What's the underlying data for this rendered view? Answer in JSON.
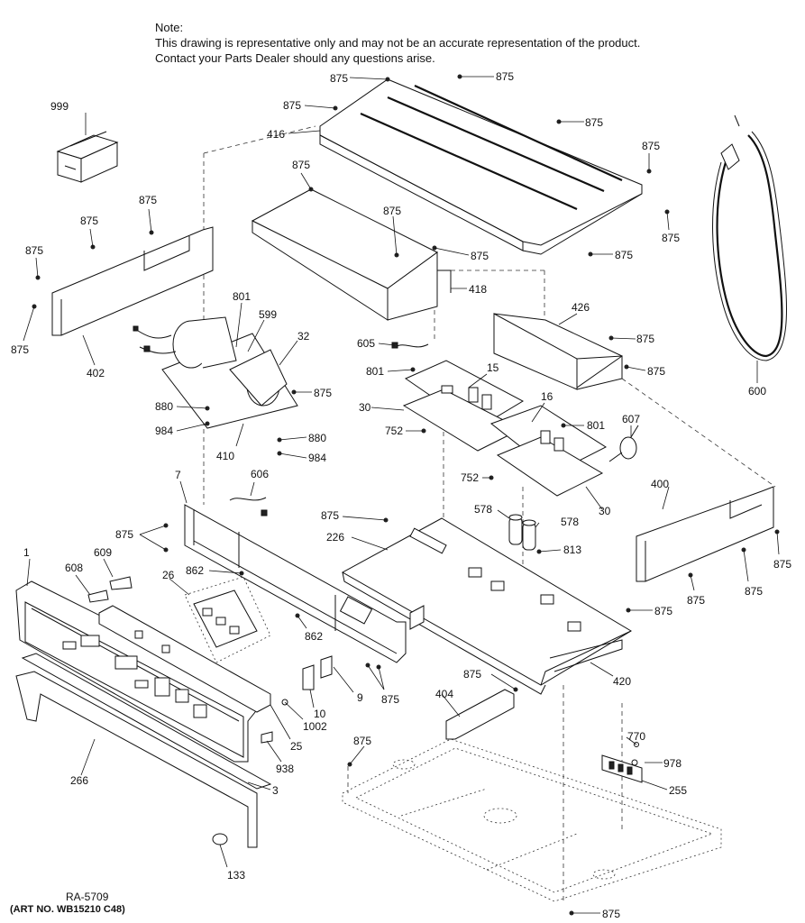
{
  "note": {
    "heading": "Note:",
    "line1": "This drawing is representative only and may not be an accurate representation of the product.",
    "line2": "Contact your Parts Dealer should any questions arise."
  },
  "footer": {
    "ref": "RA-5709",
    "art": "(ART NO. WB15210 C48)"
  },
  "callouts": {
    "c999": "999",
    "c875_a": "875",
    "c875_b": "875",
    "c875_c": "875",
    "c875_d": "875",
    "c875_e": "875",
    "c875_f": "875",
    "c875_g": "875",
    "c875_h": "875",
    "c875_i": "875",
    "c875_j": "875",
    "c875_k": "875",
    "c875_l": "875",
    "c875_m": "875",
    "c875_n": "875",
    "c875_o": "875",
    "c875_p": "875",
    "c875_q": "875",
    "c875_r": "875",
    "c875_s": "875",
    "c875_t": "875",
    "c875_u": "875",
    "c875_v": "875",
    "c875_w": "875",
    "c875_x": "875",
    "c875_y": "875",
    "c875_z": "875",
    "c416": "416",
    "c418": "418",
    "c402": "402",
    "c801_a": "801",
    "c599": "599",
    "c32": "32",
    "c880_a": "880",
    "c984_a": "984",
    "c410": "410",
    "c880_b": "880",
    "c984_b": "984",
    "c605": "605",
    "c801_b": "801",
    "c15": "15",
    "c426": "426",
    "c30_a": "30",
    "c752_a": "752",
    "c16": "16",
    "c801_c": "801",
    "c607": "607",
    "c600": "600",
    "c752_b": "752",
    "c30_b": "30",
    "c400": "400",
    "c7": "7",
    "c606": "606",
    "c578_a": "578",
    "c578_b": "578",
    "c226": "226",
    "c813": "813",
    "c1": "1",
    "c609": "609",
    "c608": "608",
    "c26": "26",
    "c862_a": "862",
    "c862_b": "862",
    "c9": "9",
    "c10": "10",
    "c1002": "1002",
    "c25": "25",
    "c938": "938",
    "c404": "404",
    "c420": "420",
    "c770": "770",
    "c978": "978",
    "c255": "255",
    "c266": "266",
    "c3": "3",
    "c133": "133"
  }
}
